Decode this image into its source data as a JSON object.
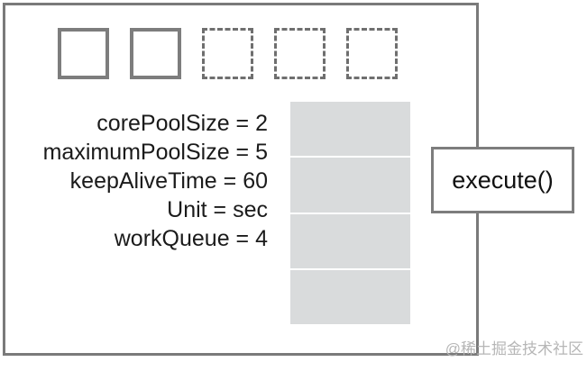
{
  "colors": {
    "border": "#7a7a7a",
    "square-border": "#7d7d7d",
    "dashed-border": "#6f6f6f",
    "queue-fill": "#d9dbdc",
    "text": "#1b1b1b",
    "watermark": "#b6b6b6"
  },
  "pool": {
    "slot_styles": [
      "solid",
      "solid",
      "dashed",
      "dashed",
      "dashed"
    ]
  },
  "params": {
    "lines": [
      "corePoolSize = 2",
      "maximumPoolSize = 5",
      "keepAliveTime = 60",
      "Unit = sec",
      "workQueue = 4"
    ]
  },
  "queue": {
    "slot_count": 4
  },
  "execute": {
    "label": "execute()"
  },
  "watermark": {
    "text": "@稀土掘金技术社区"
  }
}
